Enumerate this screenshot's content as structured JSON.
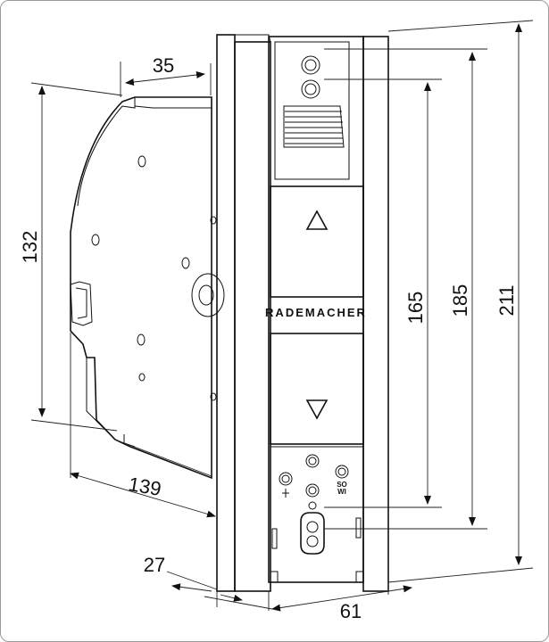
{
  "dimensions": {
    "height_body": "132",
    "depth_top": "35",
    "depth_bottom": "139",
    "offset_bottom": "27",
    "width_faceplate": "61",
    "height_inner": "165",
    "height_mid": "185",
    "height_total": "211"
  },
  "device": {
    "brand_label": "RADEMACHER",
    "switch_label_line1": "SO",
    "switch_label_line2": "WI"
  },
  "icons": {
    "up_button": "triangle-up-icon",
    "down_button": "triangle-down-icon",
    "dial": "check-dial-icon"
  },
  "colors": {
    "line": "#111111",
    "background": "#ffffff",
    "border": "#9a9a9a"
  }
}
